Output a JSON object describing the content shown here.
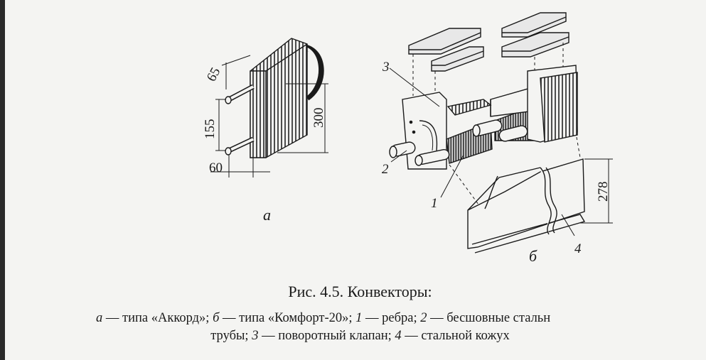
{
  "figure_a": {
    "label": "а",
    "dimensions": {
      "top": "65",
      "pipe_spacing": "155",
      "height": "300",
      "depth": "60"
    }
  },
  "figure_b": {
    "label": "б",
    "dimension_height": "278",
    "callouts": [
      "1",
      "2",
      "3",
      "4"
    ]
  },
  "caption": {
    "title": "Рис. 4.5. Конвекторы:",
    "line1": [
      {
        "key": "а",
        "text": " — типа «Аккорд»; "
      },
      {
        "key": "б",
        "text": " — типа «Комфорт-20»; "
      },
      {
        "key": "1",
        "text": " — ребра; "
      },
      {
        "key": "2",
        "text": " — бесшовные стальн"
      }
    ],
    "line2": [
      {
        "key": "",
        "text": "трубы; "
      },
      {
        "key": "3",
        "text": " — поворотный клапан; "
      },
      {
        "key": "4",
        "text": " — стальной кожух"
      }
    ]
  }
}
